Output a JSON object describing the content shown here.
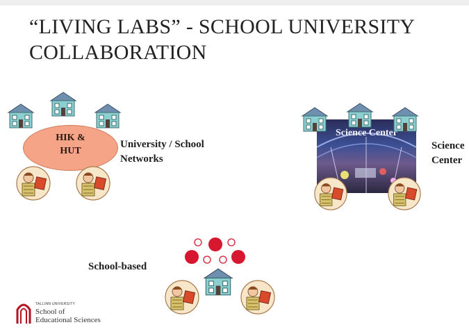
{
  "slide": {
    "title_line1": "“LIVING LABS” - SCHOOL UNIVERSITY",
    "title_line2": "COLLABORATION"
  },
  "left_cluster": {
    "oval_line1": "HIK &",
    "oval_line2": "HUT",
    "label_line1": "University / School",
    "label_line2": "Networks"
  },
  "right_cluster": {
    "photo_caption": "Science Center",
    "label_line1": "Science",
    "label_line2": "Center"
  },
  "bottom_cluster": {
    "label": "School-based"
  },
  "logo": {
    "small": "TALLINN UNIVERSITY",
    "line1": "School of",
    "line2": "Educational Sciences"
  },
  "colors": {
    "house": "#8ccfd0",
    "roof": "#6f8fae",
    "oval": "#f5a487",
    "dot": "#d7172f",
    "logo": "#b3121f"
  },
  "icons": [
    "school-house-icon",
    "children-reading-icon",
    "dots-cluster-icon",
    "university-logo-icon"
  ]
}
